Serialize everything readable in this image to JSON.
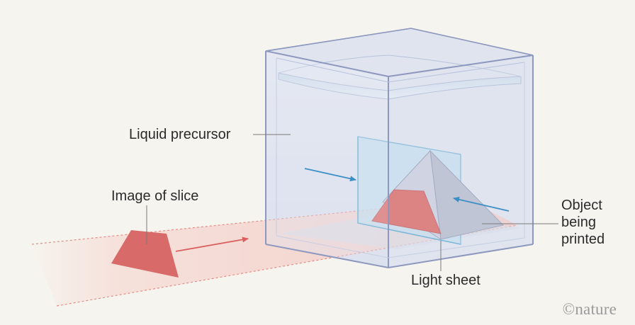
{
  "labels": {
    "liquid_precursor": "Liquid precursor",
    "image_of_slice": "Image of slice",
    "object_line1": "Object",
    "object_line2": "being",
    "object_line3": "printed",
    "light_sheet": "Light sheet"
  },
  "logo": {
    "text": "©nature"
  },
  "colors": {
    "background": "#f6f4ee",
    "slice_red": "#d86a6a",
    "light_beam": "#f2c9c4",
    "blue_arrow": "#3b8fc4",
    "tank_outline": "#8d98bf",
    "light_sheet_fill": "#bcdbef"
  }
}
